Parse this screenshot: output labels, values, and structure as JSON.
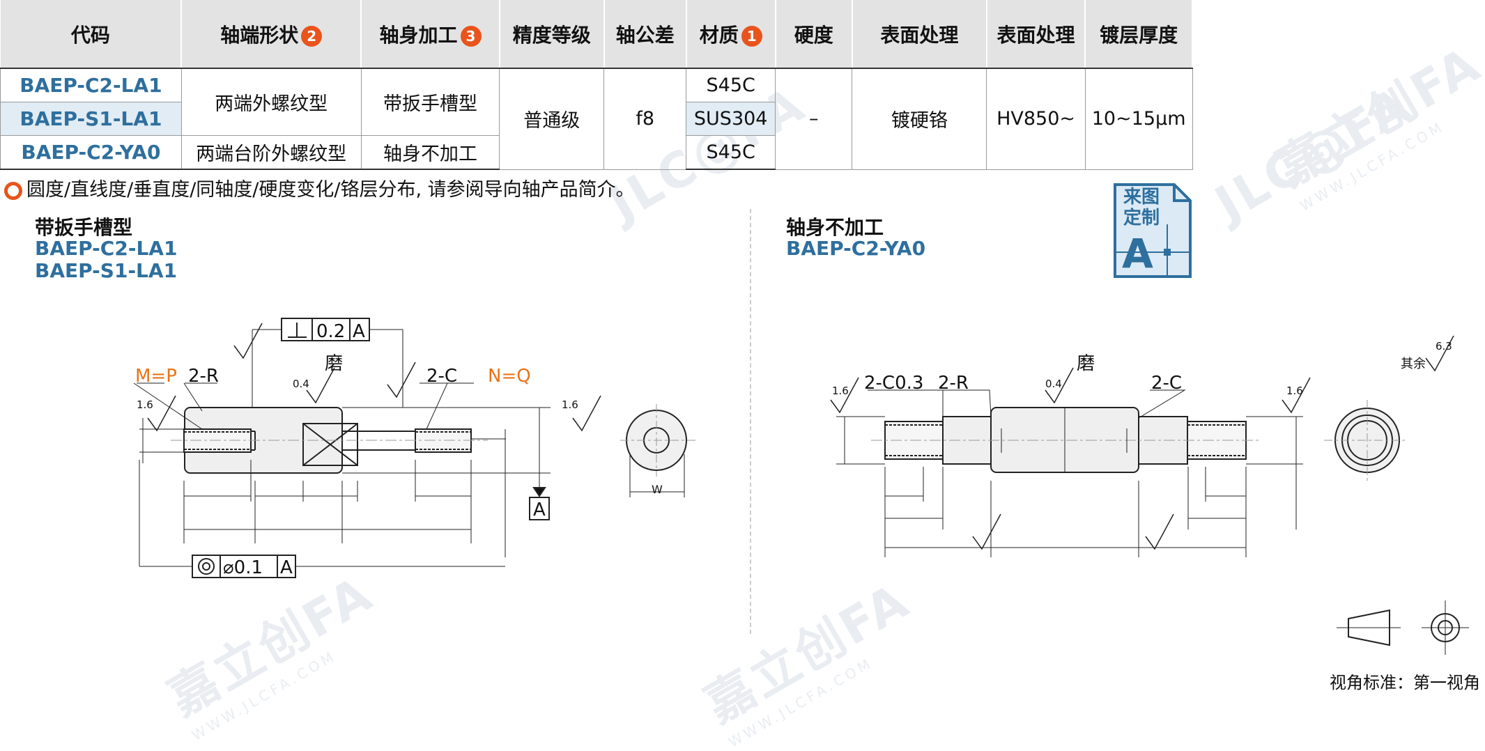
{
  "table": {
    "headers": [
      {
        "label": "代码",
        "badge": ""
      },
      {
        "label": "轴端形状",
        "badge": "2"
      },
      {
        "label": "轴身加工",
        "badge": "3"
      },
      {
        "label": "精度等级",
        "badge": ""
      },
      {
        "label": "轴公差",
        "badge": ""
      },
      {
        "label": "材质",
        "badge": "1"
      },
      {
        "label": "硬度",
        "badge": ""
      },
      {
        "label": "表面处理",
        "badge": ""
      },
      {
        "label": "表面处理",
        "badge": ""
      },
      {
        "label": "镀层厚度",
        "badge": ""
      }
    ],
    "codes": [
      "BAEP-C2-LA1",
      "BAEP-S1-LA1",
      "BAEP-C2-YA0"
    ],
    "end_shape_1": "两端外螺纹型",
    "end_shape_2": "两端台阶外螺纹型",
    "body_1": "带扳手槽型",
    "body_2": "轴身不加工",
    "precision": "普通级",
    "tolerance": "f8",
    "materials": [
      "S45C",
      "SUS304",
      "S45C"
    ],
    "hardness": "–",
    "surface": "镀硬铬",
    "surface_hardness": "HV850~",
    "plating": "10~15μm"
  },
  "note": "圆度/直线度/垂直度/同轴度/硬度变化/铬层分布, 请参阅导向轴产品简介。",
  "left_view": {
    "title": "带扳手槽型",
    "codes": [
      "BAEP-C2-LA1",
      "BAEP-S1-LA1"
    ]
  },
  "right_view": {
    "title": "轴身不加工",
    "codes": [
      "BAEP-C2-YA0"
    ]
  },
  "stamp": {
    "line1": "来图",
    "line2": "定制",
    "letter": "A"
  },
  "drawing_labels": {
    "perp_tol": "0.2",
    "conc_tol": "⌀0.1",
    "datum": "A",
    "grind": "磨",
    "rough_16": "1.6",
    "rough_04": "0.4",
    "rough_63": "6.3",
    "other": "其余",
    "chamfer_c": "2-C",
    "radius_r": "2-R",
    "chamfer_c03": "2-C0.3",
    "m_eq_p": "M=P",
    "n_eq_q": "N=Q",
    "width_w": "W"
  },
  "view_standard": "视角标准：第一视角",
  "watermark": {
    "cn": "嘉立创FA",
    "en": "WWW.JLCFA.COM",
    "logo": "JLC@FA"
  }
}
